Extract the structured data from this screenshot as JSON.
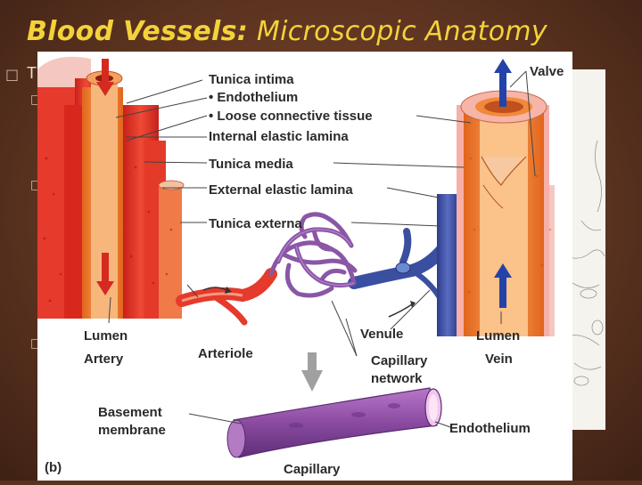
{
  "slide": {
    "title_part1": "Blood Vessels:",
    "title_part2": "Microscopic Anatomy",
    "bullet_glyph": "□",
    "bullet_text": "T"
  },
  "figure": {
    "label_tunica_intima": "Tunica intima",
    "label_endothelium_bullet": "• Endothelium",
    "label_loose_ct_bullet": "• Loose connective tissue",
    "label_internal_elastic": "Internal elastic lamina",
    "label_tunica_media": "Tunica media",
    "label_external_elastic": "External elastic lamina",
    "label_tunica_externa": "Tunica externa",
    "label_valve": "Valve",
    "label_lumen_artery": "Lumen",
    "label_artery": "Artery",
    "label_arteriole": "Arteriole",
    "label_venule": "Venule",
    "label_lumen_vein": "Lumen",
    "label_vein": "Vein",
    "label_capillary_network_1": "Capillary",
    "label_capillary_network_2": "network",
    "label_basement_1": "Basement",
    "label_basement_2": "membrane",
    "label_endothelium_cap": "Endothelium",
    "label_part_b": "(b)",
    "label_capillary": "Capillary"
  },
  "colors": {
    "background": "#5a3220",
    "title": "#f4d23a",
    "artery_red": "#e8352a",
    "vein_blue": "#3b4fa0",
    "media_orange": "#f08a3a",
    "capillary_purple": "#8a56a6",
    "arrow_red": "#d42a20",
    "arrow_blue": "#2443a8"
  }
}
